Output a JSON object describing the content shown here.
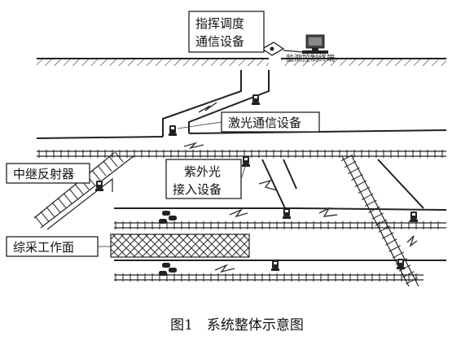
{
  "labels": {
    "command_device_line1": "指挥调度",
    "command_device_line2": "通信设备",
    "monitor_terminal": "监测控制终端",
    "laser_device": "激光通信设备",
    "relay_reflector": "中继反射器",
    "uv_access_line1": "紫外光",
    "uv_access_line2": "接入设备",
    "working_face": "综采工作面"
  },
  "caption": "图1　系统整体示意图",
  "colors": {
    "line": "#222222",
    "background": "#ffffff",
    "hatch": "#333333"
  },
  "icons": [
    "computer-icon",
    "router-icon",
    "device-icon",
    "vehicle-icon",
    "lightning-icon"
  ]
}
